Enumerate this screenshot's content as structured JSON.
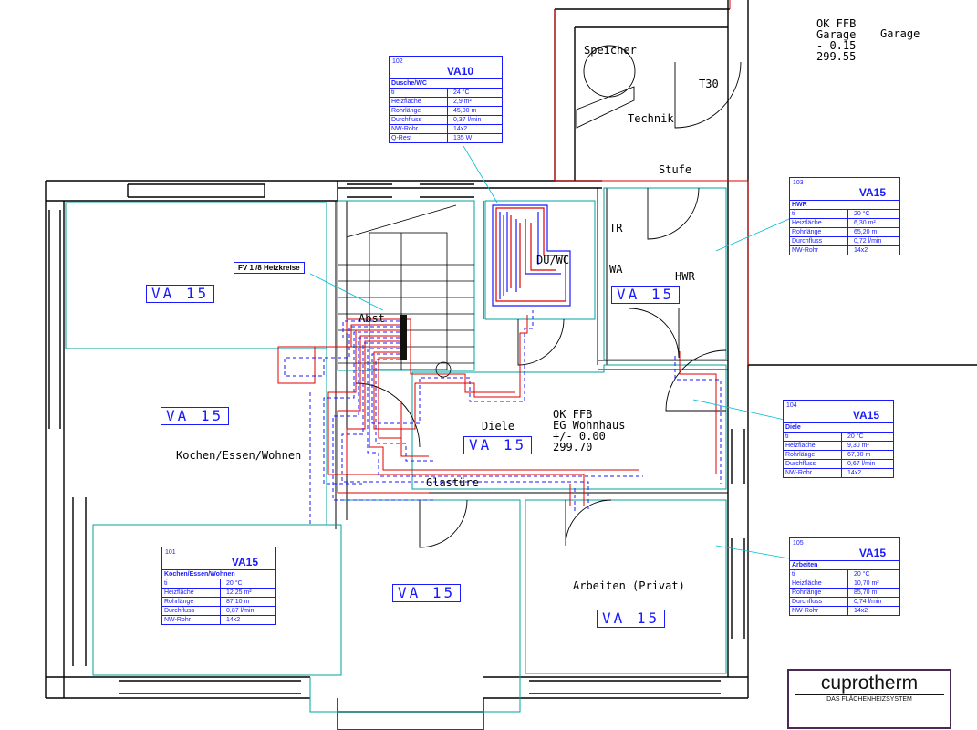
{
  "rooms": {
    "speicher": "Speicher",
    "t30": "T30",
    "technik": "Technik",
    "stufe": "Stufe",
    "tr": "TR",
    "wa": "WA",
    "hwr": "HWR",
    "du_wc": "DU/WC",
    "abst": "Abst",
    "diele": "Diele",
    "kochen": "Kochen/Essen/Wohnen",
    "glastuere": "Glastüre",
    "arbeiten": "Arbeiten (Privat)",
    "garage": "Garage"
  },
  "levels": {
    "garage_line1": "OK FFB",
    "garage_line2": "Garage",
    "garage_line3": "- 0.15",
    "garage_line4": "299.55",
    "eg_line1": "OK FFB",
    "eg_line2": "EG Wohnhaus",
    "eg_line3": "+/- 0.00",
    "eg_line4": "299.70"
  },
  "zone_tags": {
    "kochen_top": "VA 15",
    "kochen_mid": "VA 15",
    "hwr": "VA 15",
    "diele": "VA 15",
    "center_low": "VA 15",
    "arbeiten": "VA 15"
  },
  "callout": {
    "manifold": "FV 1 /8 Heizkreise"
  },
  "room_tables": [
    {
      "id": "102",
      "va": "VA10",
      "room": "Dusche/WC",
      "rows": [
        [
          "ti",
          "24 °C"
        ],
        [
          "Heizfläche",
          "2,9 m²"
        ],
        [
          "Rohrlänge",
          "45,00 m"
        ],
        [
          "Durchfluss",
          "0,37 l/min"
        ],
        [
          "NW-Rohr",
          "14x2"
        ],
        [
          "Q-Rest",
          "135 W"
        ]
      ]
    },
    {
      "id": "103",
      "va": "VA15",
      "room": "HWR",
      "rows": [
        [
          "ti",
          "20 °C"
        ],
        [
          "Heizfläche",
          "6,30 m²"
        ],
        [
          "Rohrlänge",
          "65,20 m"
        ],
        [
          "Durchfluss",
          "0,72 l/min"
        ],
        [
          "NW-Rohr",
          "14x2"
        ]
      ]
    },
    {
      "id": "104",
      "va": "VA15",
      "room": "Diele",
      "rows": [
        [
          "ti",
          "20 °C"
        ],
        [
          "Heizfläche",
          "9,30 m²"
        ],
        [
          "Rohrlänge",
          "67,30 m"
        ],
        [
          "Durchfluss",
          "0,67 l/min"
        ],
        [
          "NW-Rohr",
          "14x2"
        ]
      ]
    },
    {
      "id": "101",
      "va": "VA15",
      "room": "Kochen/Essen/Wohnen",
      "rows": [
        [
          "ti",
          "20 °C"
        ],
        [
          "Heizfläche",
          "12,25 m²"
        ],
        [
          "Rohrlänge",
          "87,10 m"
        ],
        [
          "Durchfluss",
          "0,87 l/min"
        ],
        [
          "NW-Rohr",
          "14x2"
        ]
      ]
    },
    {
      "id": "105",
      "va": "VA15",
      "room": "Arbeiten",
      "rows": [
        [
          "ti",
          "20 °C"
        ],
        [
          "Heizfläche",
          "10,70 m²"
        ],
        [
          "Rohrlänge",
          "85,70 m"
        ],
        [
          "Durchfluss",
          "0,74 l/min"
        ],
        [
          "NW-Rohr",
          "14x2"
        ]
      ]
    }
  ],
  "logo": {
    "brand": "cuprotherm",
    "slogan": "DAS FLÄCHENHEIZSYSTEM"
  },
  "colors": {
    "wall": "#000000",
    "room_outline": "#00a0a0",
    "supply_pipe": "#e00000",
    "return_pipe": "#1a1aff",
    "property_line": "#e00000"
  }
}
